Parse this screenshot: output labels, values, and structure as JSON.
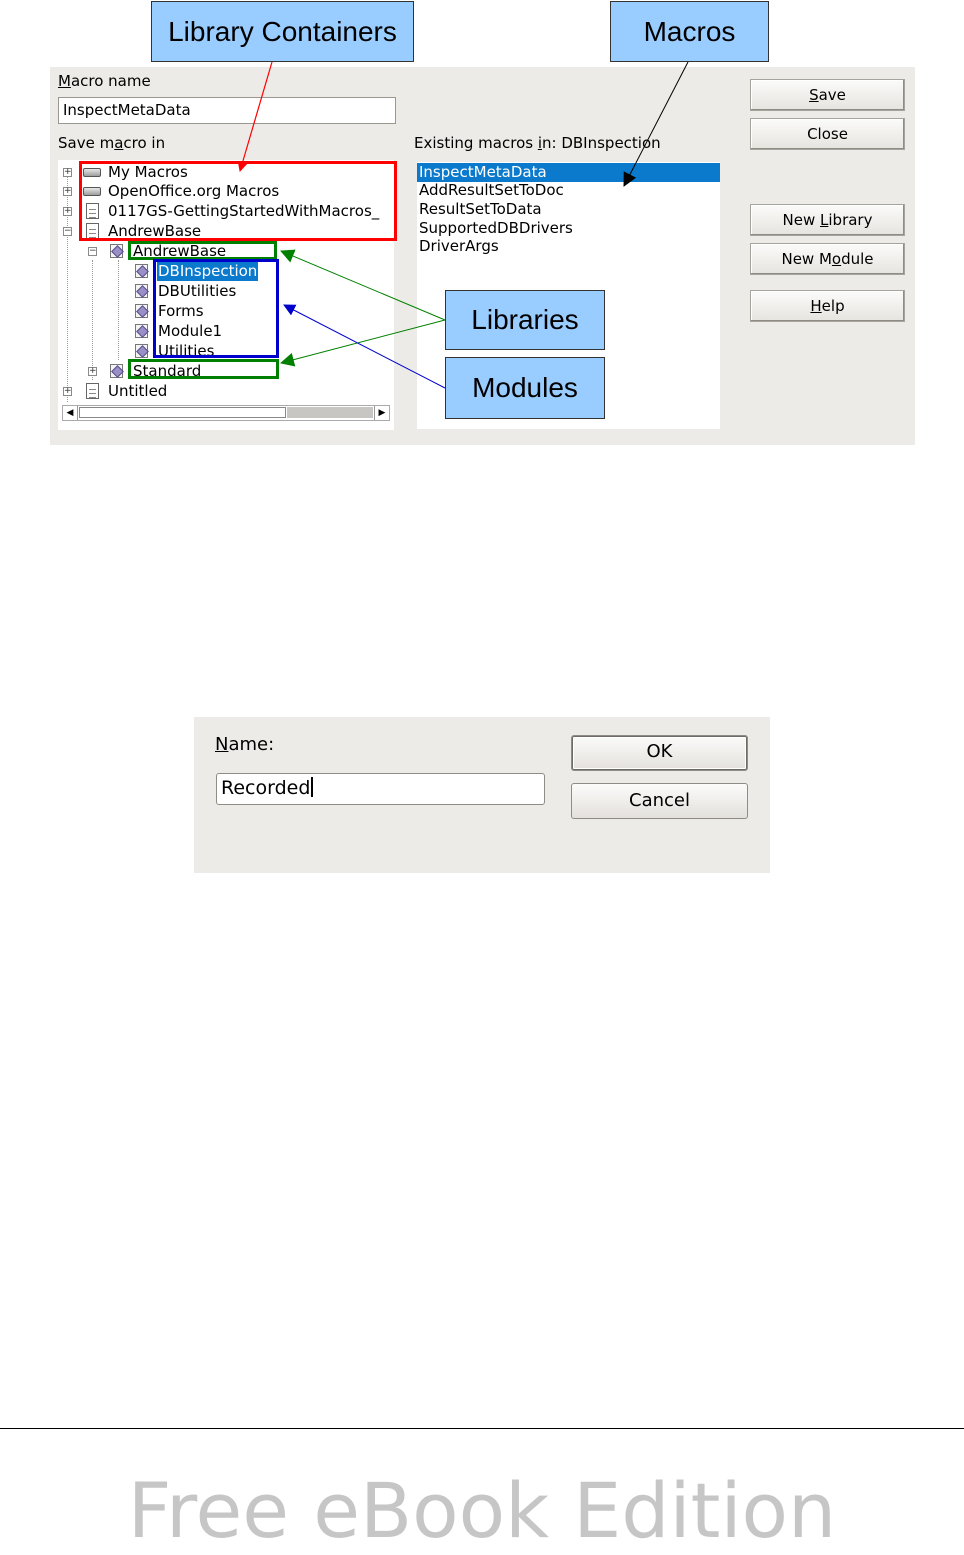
{
  "callouts": {
    "library_containers": "Library Containers",
    "macros": "Macros",
    "libraries": "Libraries",
    "modules": "Modules"
  },
  "macro_dialog": {
    "macro_name_label_prefix": "",
    "macro_name_label_accel": "M",
    "macro_name_label_rest": "acro name",
    "macro_name_value": "InspectMetaData",
    "save_in_label_prefix": "Save m",
    "save_in_label_accel": "a",
    "save_in_label_rest": "cro in",
    "tree": {
      "my_macros": "My Macros",
      "openoffice_macros": "OpenOffice.org Macros",
      "getting_started_doc": "0117GS-GettingStartedWithMacros_",
      "andrewbase_doc": "AndrewBase",
      "andrewbase_lib": "AndrewBase",
      "modules": [
        "DBInspection",
        "DBUtilities",
        "Forms",
        "Module1",
        "Utilities"
      ],
      "standard_lib": "Standard",
      "untitled_doc": "Untitled"
    },
    "existing_label_prefix": "Existing macros ",
    "existing_label_accel": "i",
    "existing_label_rest": "n: DBInspection",
    "macros": [
      "InspectMetaData",
      "AddResultSetToDoc",
      "ResultSetToData",
      "SupportedDBDrivers",
      "DriverArgs"
    ],
    "buttons": {
      "save_accel": "S",
      "save_rest": "ave",
      "close": "Close",
      "new_library_prefix": "New ",
      "new_library_accel": "L",
      "new_library_rest": "ibrary",
      "new_module_prefix": "New M",
      "new_module_accel": "o",
      "new_module_rest": "dule",
      "help_accel": "H",
      "help_rest": "elp"
    }
  },
  "name_dialog": {
    "name_label_accel": "N",
    "name_label_rest": "ame:",
    "name_value": "Recorded",
    "ok": "OK",
    "cancel": "Cancel"
  },
  "footer": {
    "watermark": "Free eBook Edition"
  },
  "colors": {
    "callout_fill": "#99ccff",
    "library_containers_box": "#ff0000",
    "libraries_box": "#008000",
    "modules_box": "#0000cc",
    "selection": "#0c7acc"
  }
}
